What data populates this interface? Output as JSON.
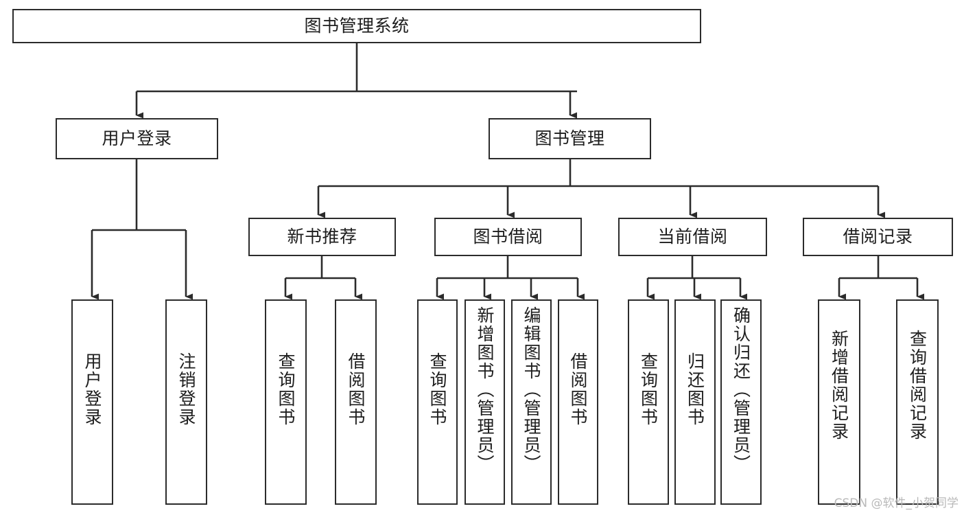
{
  "diagram": {
    "title": "图书管理系统",
    "type": "tree-structure-chart",
    "orientation": "top-down",
    "line_color": "#2b2b2b",
    "box_fill": "#ffffff",
    "text_color": "#1d1d1d",
    "watermark": "CSDN @软件_小贺同学",
    "nodes": {
      "root": {
        "label": "图书管理系统"
      },
      "level2": [
        {
          "id": "user_login",
          "label": "用户登录"
        },
        {
          "id": "book_manage",
          "label": "图书管理"
        }
      ],
      "level3": [
        {
          "id": "new_book_rec",
          "label": "新书推荐",
          "parent": "book_manage"
        },
        {
          "id": "book_borrow",
          "label": "图书借阅",
          "parent": "book_manage"
        },
        {
          "id": "current_borrow",
          "label": "当前借阅",
          "parent": "book_manage"
        },
        {
          "id": "borrow_record",
          "label": "借阅记录",
          "parent": "book_manage"
        }
      ],
      "leaves": [
        {
          "id": "leaf_user_login",
          "label": "用户登录",
          "parent": "user_login"
        },
        {
          "id": "leaf_user_logout",
          "label": "注销登录",
          "parent": "user_login"
        },
        {
          "id": "leaf_query_book_1",
          "label": "查询图书",
          "parent": "new_book_rec"
        },
        {
          "id": "leaf_borrow_book_1",
          "label": "借阅图书",
          "parent": "new_book_rec"
        },
        {
          "id": "leaf_query_book_2",
          "label": "查询图书",
          "parent": "book_borrow"
        },
        {
          "id": "leaf_add_book",
          "label": "新增图书（管理员）",
          "parent": "book_borrow"
        },
        {
          "id": "leaf_edit_book",
          "label": "编辑图书（管理员）",
          "parent": "book_borrow"
        },
        {
          "id": "leaf_borrow_book_2",
          "label": "借阅图书",
          "parent": "book_borrow"
        },
        {
          "id": "leaf_query_book_3",
          "label": "查询图书",
          "parent": "current_borrow"
        },
        {
          "id": "leaf_return_book",
          "label": "归还图书",
          "parent": "current_borrow"
        },
        {
          "id": "leaf_confirm_return",
          "label": "确认归还（管理员）",
          "parent": "current_borrow"
        },
        {
          "id": "leaf_add_record",
          "label": "新增借阅记录",
          "parent": "borrow_record"
        },
        {
          "id": "leaf_query_record",
          "label": "查询借阅记录",
          "parent": "borrow_record"
        }
      ]
    }
  }
}
